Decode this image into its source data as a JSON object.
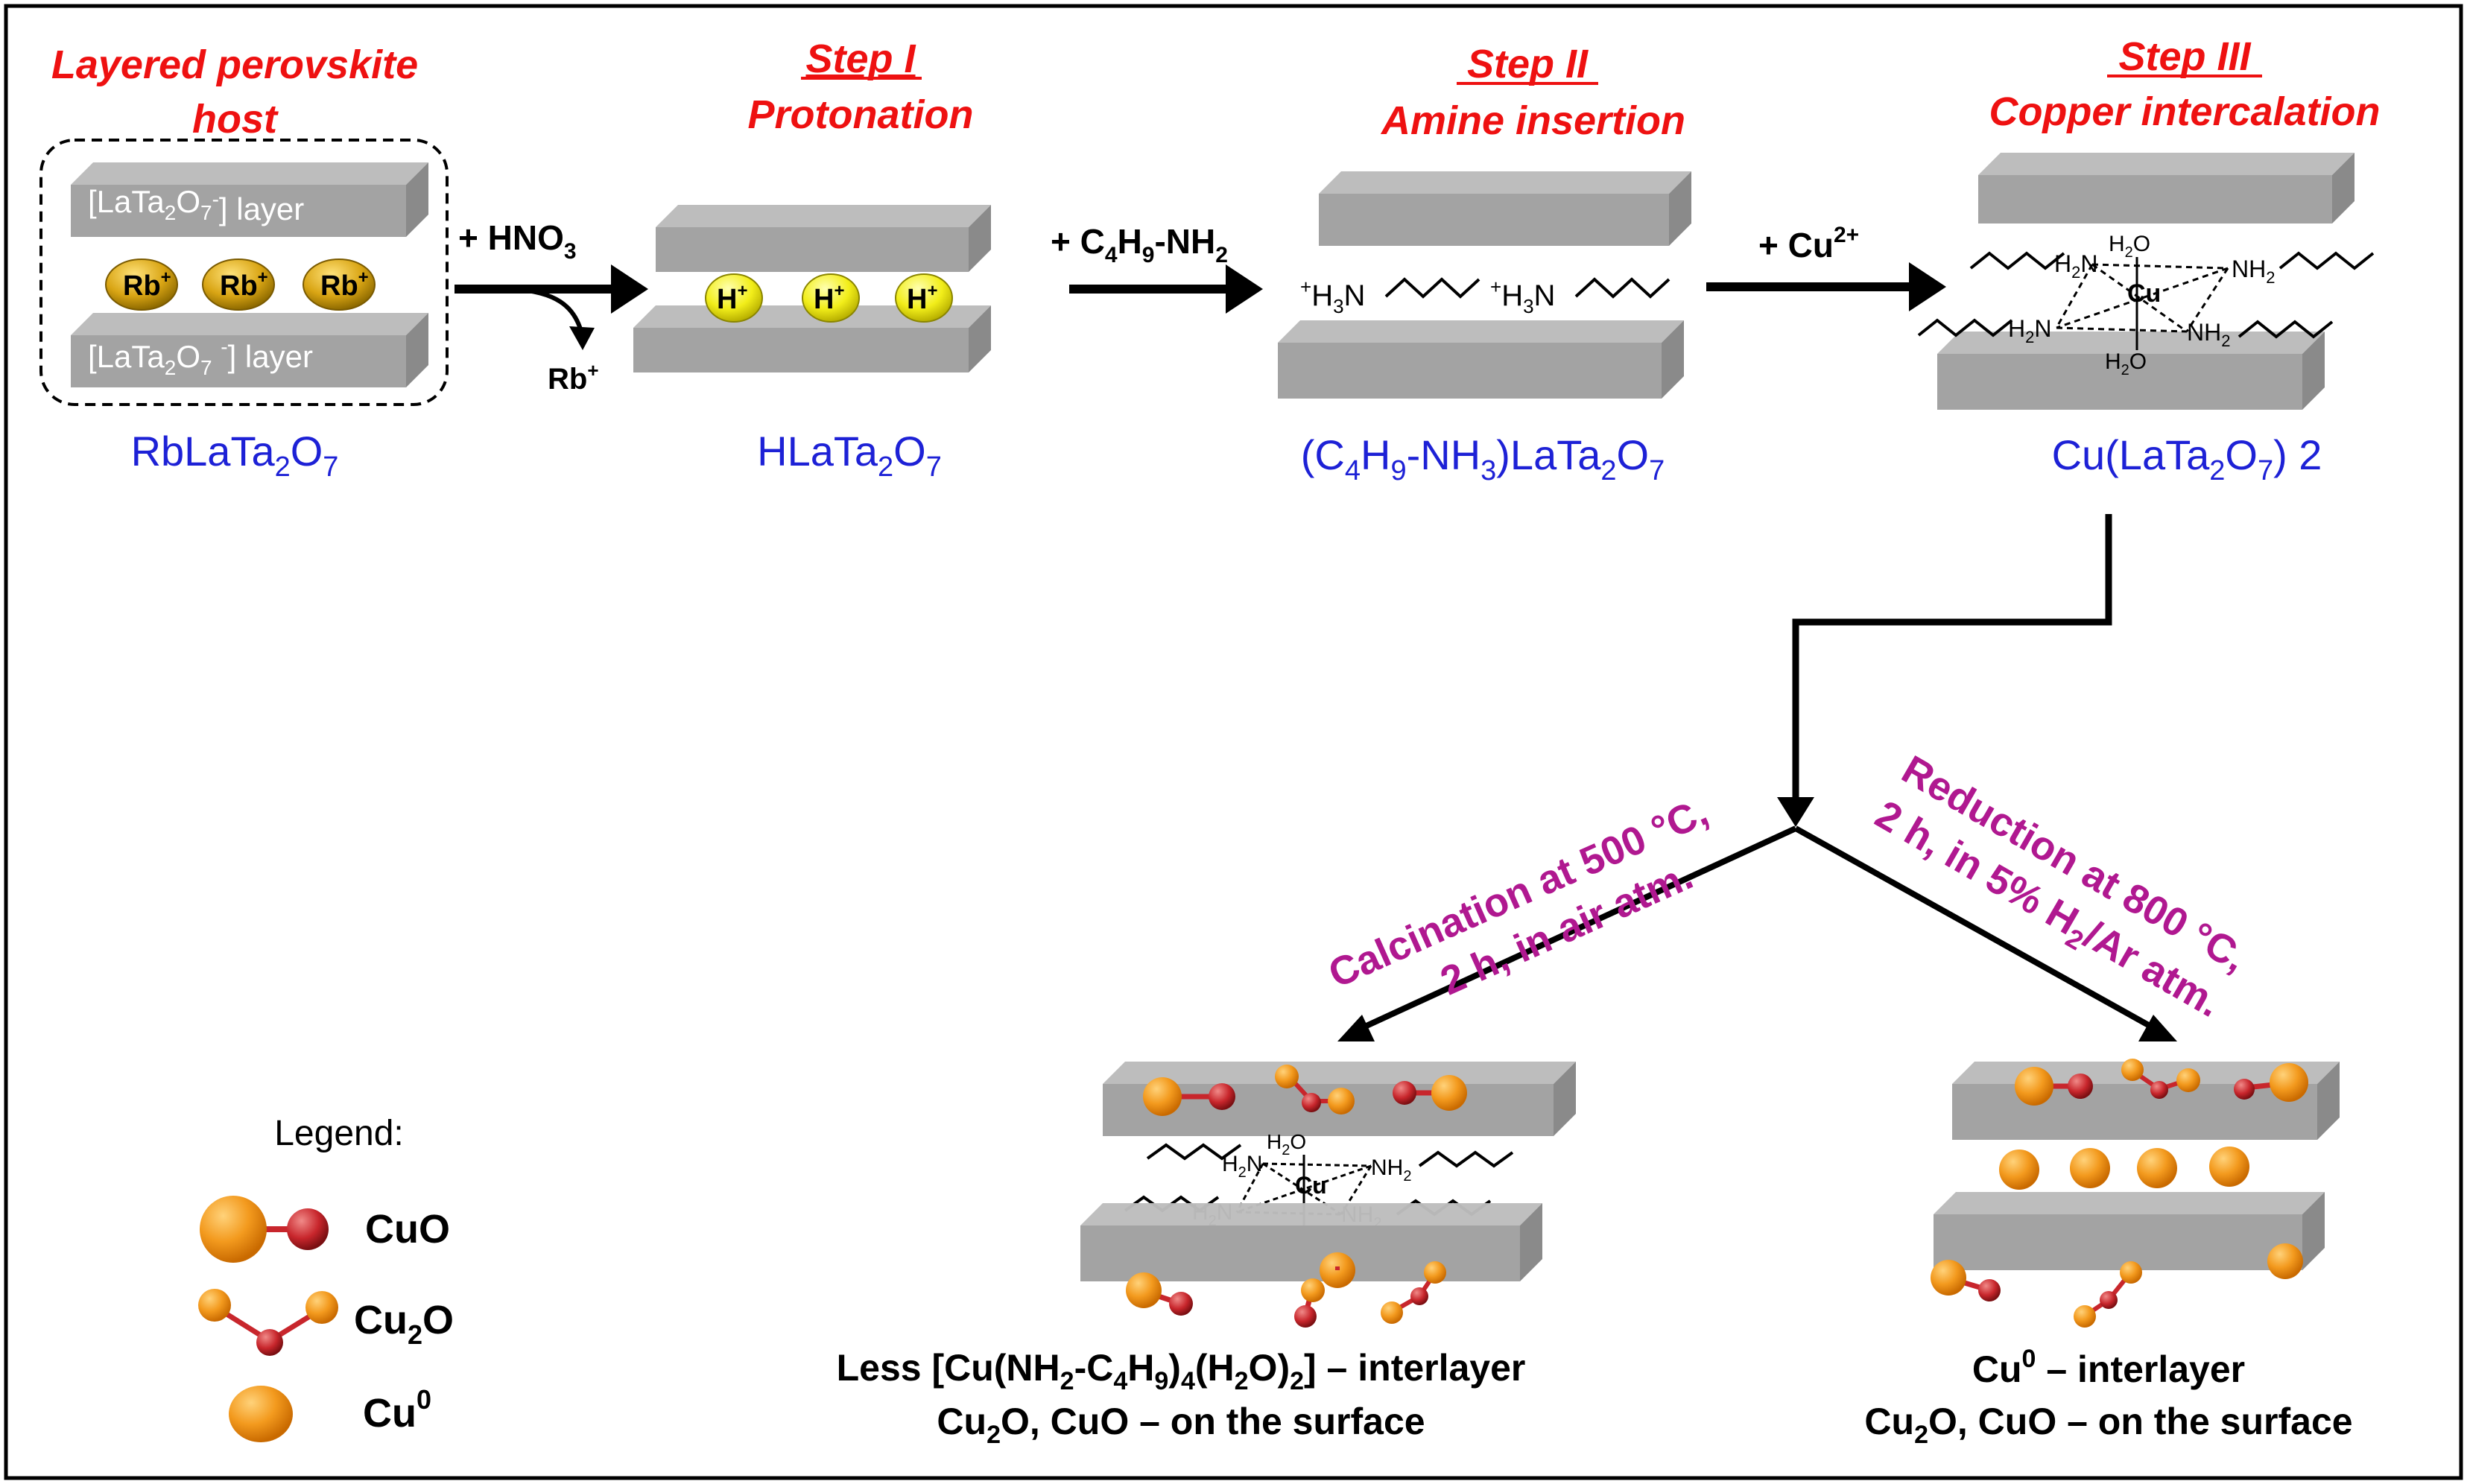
{
  "steps": {
    "host_title_1": "Layered perovskite",
    "host_title_2": "host",
    "step1_label": "Step I",
    "step1_name": "Protonation",
    "step2_label": "Step II",
    "step2_name": "Amine insertion",
    "step3_label": "Step III",
    "step3_name": "Copper intercalation"
  },
  "host": {
    "layer_label_base": "[LaTa",
    "layer_label_rest": "] layer",
    "rb_label": "Rb"
  },
  "reagents": {
    "hno3": "+ HNO",
    "hno3_sub": "3",
    "rb_out": "Rb",
    "amine": "+ C",
    "amine_nh2": "-NH",
    "cu2": "+ Cu",
    "cu2_sup": "2+"
  },
  "compounds": {
    "rblata": "RbLaTa",
    "hlata": "HLaTa",
    "c4h9": "(C",
    "nh3": "-NH",
    "lata": ")LaTa",
    "cu_lata": "Cu(LaTa",
    "cu_lata_end": ") 2"
  },
  "amine": {
    "h3n": "H",
    "n": "N"
  },
  "complex": {
    "h2o": "H",
    "o": "O",
    "cu": "Cu",
    "h2n": "H",
    "n": "N",
    "nh2": "NH"
  },
  "treatments": {
    "calc_1": "Calcination at  500 °C,",
    "calc_2": "2 h, in air atm.",
    "red_1": "Reduction at 800 °C,",
    "red_2": "2 h, in 5% H",
    "red_2_end": "/Ar atm."
  },
  "results": {
    "left_1a": "Less [Cu(NH",
    "left_1b": "-C",
    "left_1c": "(H",
    "left_1d": "O)",
    "left_1e": "] – interlayer",
    "left_2": "Cu",
    "left_2b": "O, CuO – on the surface",
    "right_1": "Cu",
    "right_1b": " – interlayer",
    "right_2": "Cu",
    "right_2b": "O, CuO – on the surface"
  },
  "legend": {
    "title": "Legend:",
    "cuo": "CuO",
    "cu2o": "Cu",
    "cu2o_end": "O",
    "cu0": "Cu"
  },
  "colors": {
    "slab_top": "#bdbdbd",
    "slab_front": "#9a9a9a",
    "slab_side": "#8a8a8a",
    "title_red": "#ee1111",
    "compound_blue": "#1d21d6",
    "condition_magenta": "#b01890",
    "copper_orange": "#f39a1e",
    "oxygen_red": "#c8262c",
    "proton_yellow": "#f2ee1a",
    "rb_gold": "#d9a514"
  }
}
